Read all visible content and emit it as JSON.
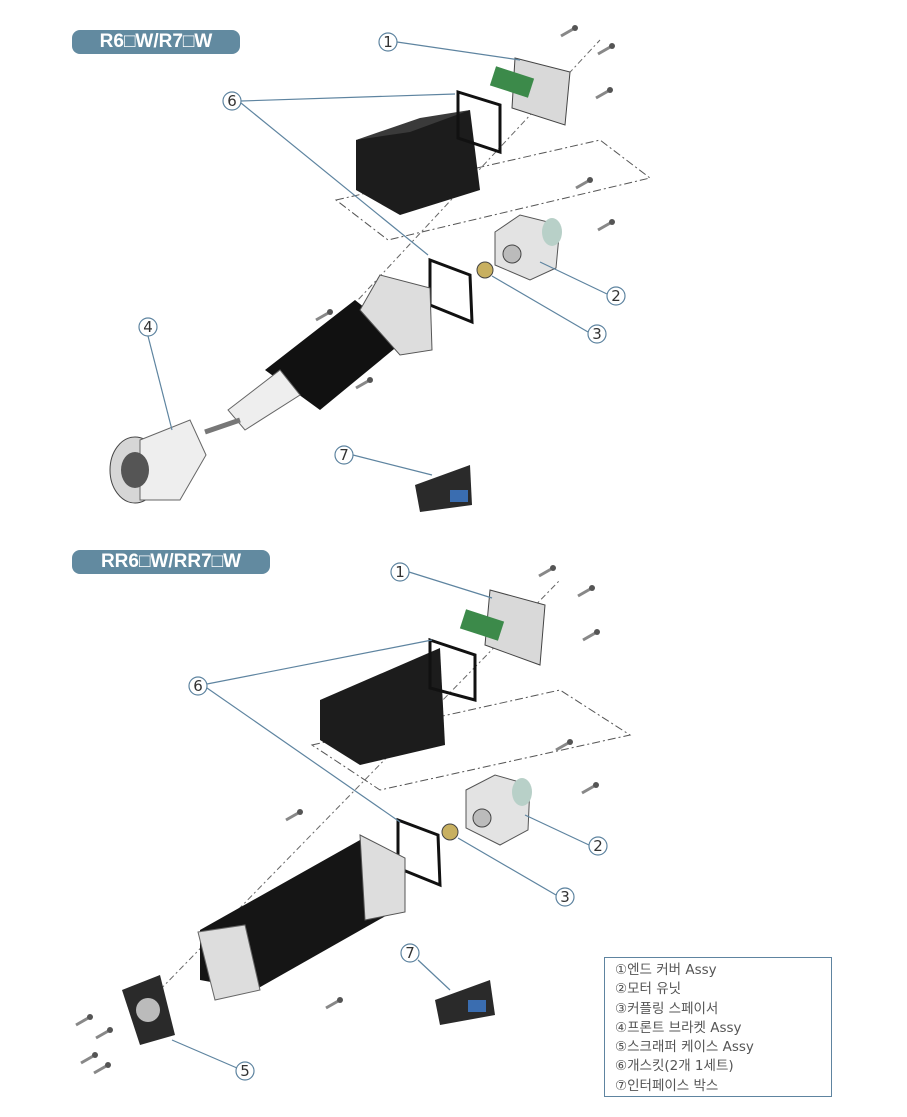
{
  "sections": [
    {
      "title": "R6□W/R7□W"
    },
    {
      "title": "RR6□W/RR7□W"
    }
  ],
  "callouts": {
    "c1": "1",
    "c2": "2",
    "c3": "3",
    "c4": "4",
    "c5": "5",
    "c6": "6",
    "c7": "7"
  },
  "legend": {
    "items": [
      "①엔드 커버 Assy",
      "②모터 유닛",
      "③커플링 스페이서",
      "④프론트 브라켓 Assy",
      "⑤스크래퍼 케이스 Assy",
      "⑥개스킷(2개 1세트)",
      "⑦인터페이스 박스"
    ]
  },
  "colors": {
    "badge": "#628aa0",
    "leader": "#5e84a0"
  }
}
